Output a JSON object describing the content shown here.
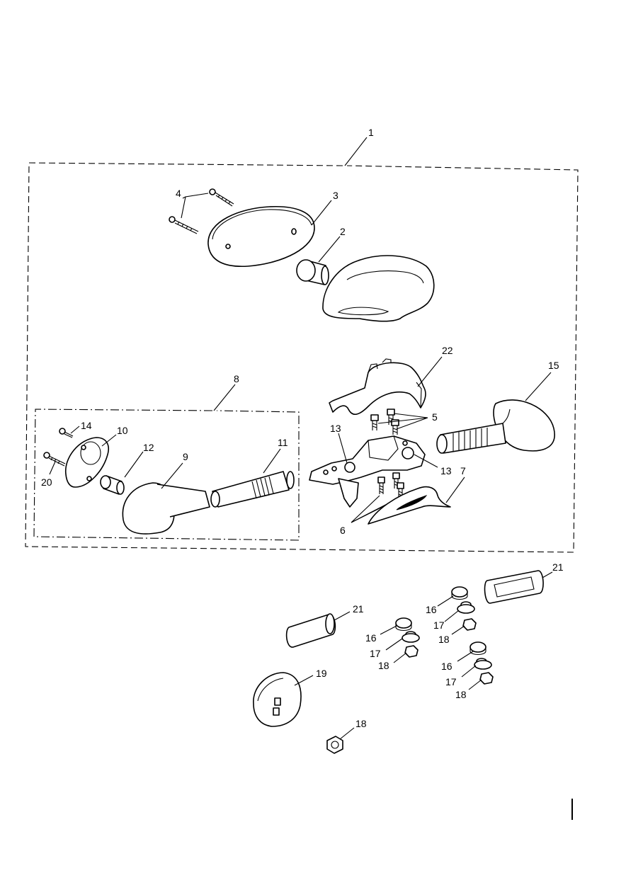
{
  "callouts": {
    "c1": "1",
    "c2": "2",
    "c3": "3",
    "c4": "4",
    "c5": "5",
    "c6": "6",
    "c7": "7",
    "c8": "8",
    "c9": "9",
    "c10": "10",
    "c11": "11",
    "c12": "12",
    "c13a": "13",
    "c13b": "13",
    "c14": "14",
    "c15": "15",
    "c16a": "16",
    "c16b": "16",
    "c16c": "16",
    "c17a": "17",
    "c17b": "17",
    "c17c": "17",
    "c18a": "18",
    "c18b": "18",
    "c18c": "18",
    "c18d": "18",
    "c19": "19",
    "c20": "20",
    "c21a": "21",
    "c21b": "21",
    "c22": "22"
  }
}
